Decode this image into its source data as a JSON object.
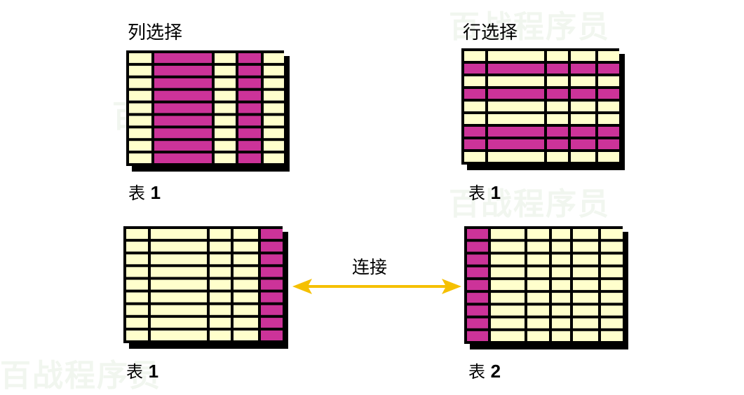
{
  "titles": {
    "column_selection": "列选择",
    "row_selection": "行选择",
    "join": "连接"
  },
  "watermark": "百战程序员",
  "colors": {
    "cell": "#ffffcc",
    "highlight": "#cc3399",
    "grid": "#000000",
    "arrow": "#f5c000"
  },
  "tables": [
    {
      "id": "col-select",
      "caption_word": "表",
      "caption_num": "1",
      "rows": 9,
      "highlight_cols": [
        1,
        3
      ],
      "highlight_rows": []
    },
    {
      "id": "row-select",
      "caption_word": "表",
      "caption_num": "1",
      "rows": 9,
      "highlight_cols": [],
      "highlight_rows": [
        1,
        3,
        6,
        7
      ]
    },
    {
      "id": "join-left",
      "caption_word": "表",
      "caption_num": "1",
      "rows": 9,
      "highlight_cols": [
        4
      ],
      "highlight_rows": []
    },
    {
      "id": "join-right",
      "caption_word": "表",
      "caption_num": "2",
      "rows": 9,
      "highlight_cols": [
        0
      ],
      "highlight_rows": []
    }
  ]
}
